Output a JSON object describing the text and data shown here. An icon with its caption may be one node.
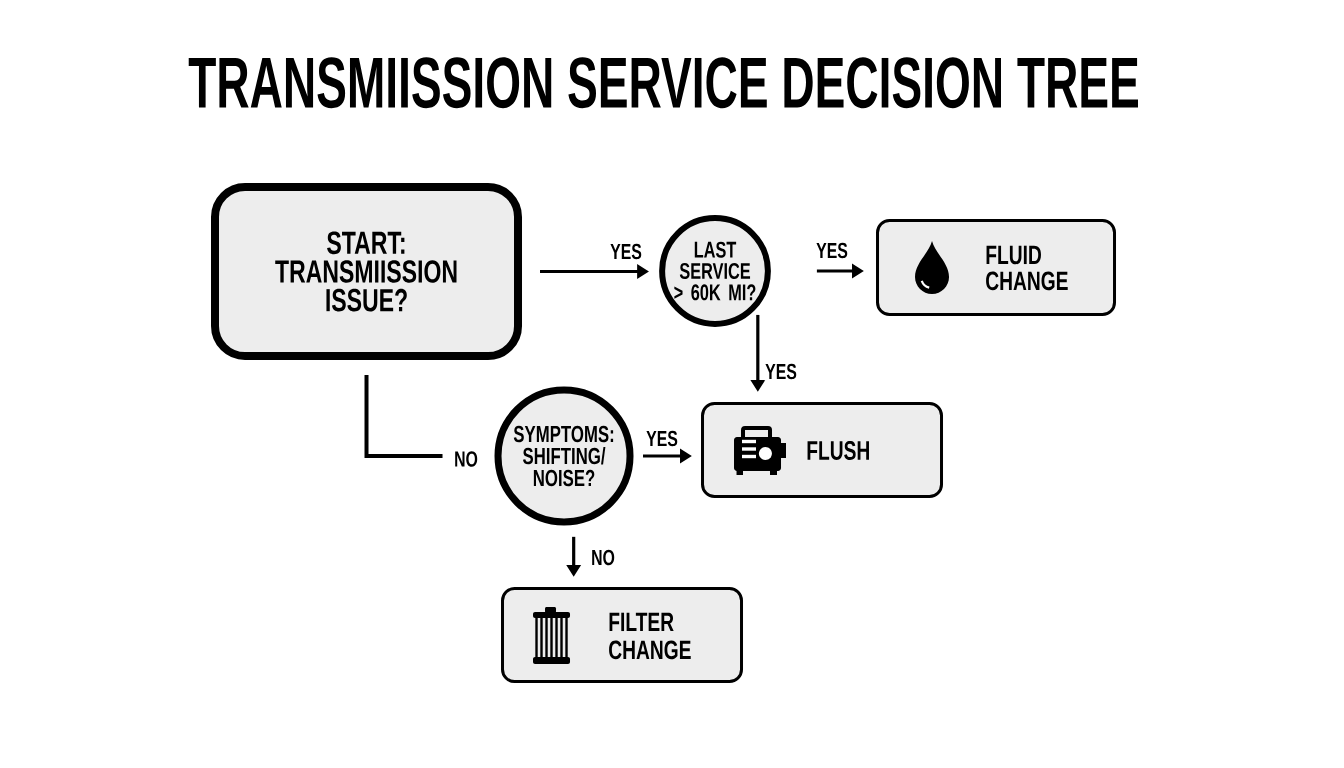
{
  "diagram": {
    "title": "TRANSMIISSION SERVICE DECISION TREE",
    "nodes": [
      {
        "text": [
          "START: TRANSMIISSION ISSUE?"
        ]
      },
      {
        "text": [
          "LAST SERVICE > 60K MI?"
        ]
      },
      {
        "text": [
          "FLUID CHANGE"
        ]
      },
      {
        "text": [
          "SYMPTOMS: SHIFTING/ NOISE?"
        ]
      },
      {
        "text": [
          "FLUSH"
        ]
      },
      {
        "text": [
          "FILTER CHANGE"
        ]
      }
    ],
    "edges": [
      {
        "from": 0,
        "to": 1,
        "arrow": "to",
        "label": "YES"
      },
      {
        "from": 1,
        "to": 2,
        "arrow": "to",
        "label": "YES"
      },
      {
        "from": 1,
        "to": 4,
        "arrow": "to",
        "label": "YES"
      },
      {
        "from": 0,
        "to": 3,
        "arrow": "none",
        "label": "NO"
      },
      {
        "from": 3,
        "to": 4,
        "arrow": "to",
        "label": "YES"
      },
      {
        "from": 3,
        "to": 5,
        "arrow": "to",
        "label": "NO"
      }
    ]
  }
}
